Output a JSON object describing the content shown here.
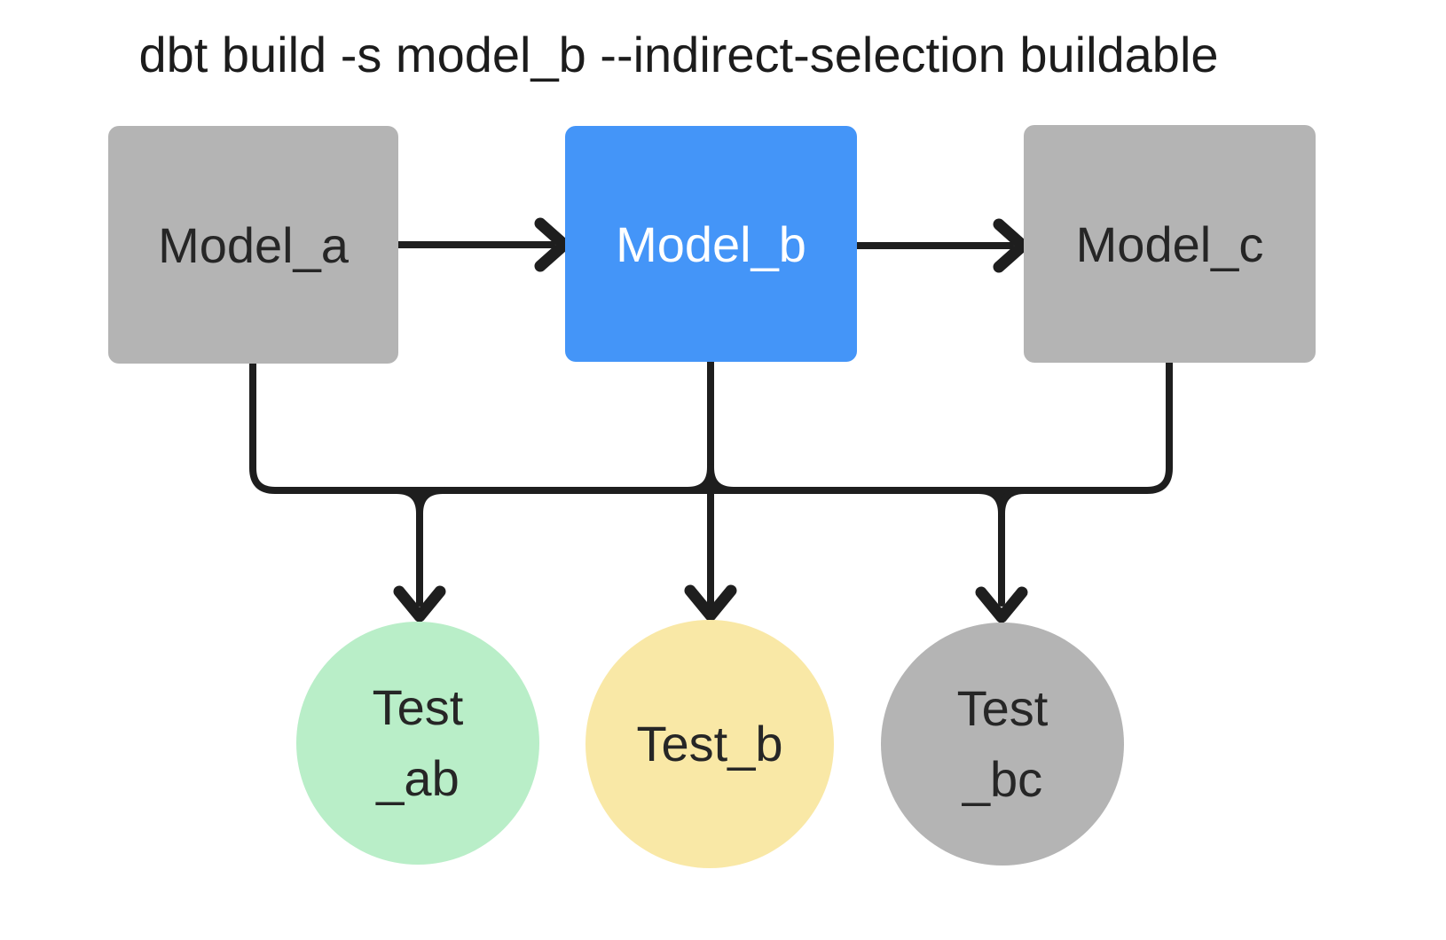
{
  "title": "dbt build -s model_b --indirect-selection buildable",
  "nodes": {
    "model_a": {
      "label": "Model_a",
      "type": "model",
      "color": "#b4b4b4"
    },
    "model_b": {
      "label": "Model_b",
      "type": "model",
      "color": "#4495f8",
      "highlighted": true
    },
    "model_c": {
      "label": "Model_c",
      "type": "model",
      "color": "#b4b4b4"
    },
    "test_ab": {
      "label_line1": "Test",
      "label_line2": "_ab",
      "type": "test",
      "color": "#b9eec8"
    },
    "test_b": {
      "label": "Test_b",
      "type": "test",
      "color": "#f9e8a6"
    },
    "test_bc": {
      "label_line1": "Test",
      "label_line2": "_bc",
      "type": "test",
      "color": "#b4b4b4"
    }
  },
  "edges": [
    {
      "from": "Model_a",
      "to": "Model_b"
    },
    {
      "from": "Model_b",
      "to": "Model_c"
    },
    {
      "from": "Model_a",
      "to": "Test_ab"
    },
    {
      "from": "Model_b",
      "to": "Test_ab"
    },
    {
      "from": "Model_b",
      "to": "Test_b"
    },
    {
      "from": "Model_b",
      "to": "Test_bc"
    },
    {
      "from": "Model_c",
      "to": "Test_bc"
    }
  ],
  "colors": {
    "background": "#ffffff",
    "line": "#1e1e1e",
    "text_dark": "#262626",
    "text_light": "#ffffff",
    "model_gray": "#b4b4b4",
    "model_blue": "#4495f8",
    "test_green": "#b9eec8",
    "test_yellow": "#f9e8a6",
    "test_gray": "#b4b4b4"
  }
}
